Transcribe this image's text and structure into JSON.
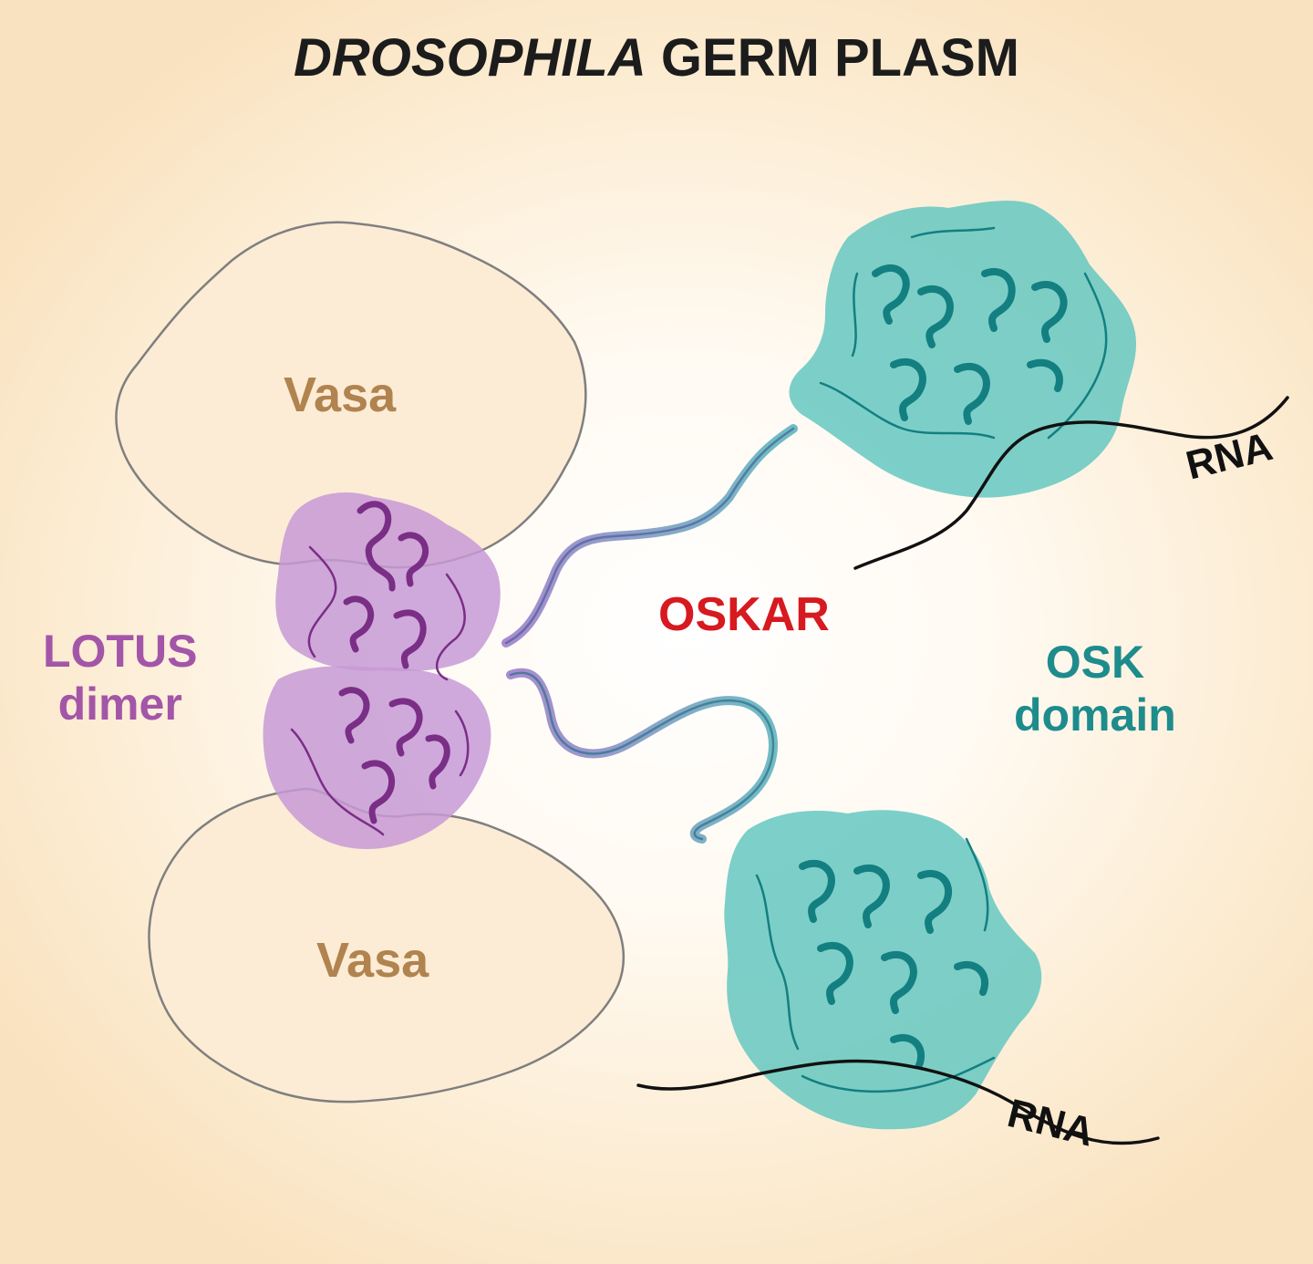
{
  "title": {
    "italic": "DROSOPHILA",
    "rest": " GERM PLASM"
  },
  "labels": {
    "vasa_top": "Vasa",
    "vasa_bottom": "Vasa",
    "lotus_line1": "LOTUS",
    "lotus_line2": "dimer",
    "oskar": "OSKAR",
    "osk_line1": "OSK",
    "osk_line2": "domain",
    "rna_top": "RNA",
    "rna_bottom": "RNA"
  },
  "colors": {
    "vasa_text": "#b0834f",
    "vasa_fill": "#fdebd3",
    "vasa_stroke": "#7a7a7a",
    "lotus": "#a356a8",
    "lotus_surface": "#c79ad6",
    "lotus_ribbon": "#7a2e86",
    "oskar": "#d71920",
    "osk": "#1e8c8c",
    "osk_surface": "#5fc6c0",
    "osk_ribbon": "#137f80",
    "rna": "#111111"
  }
}
